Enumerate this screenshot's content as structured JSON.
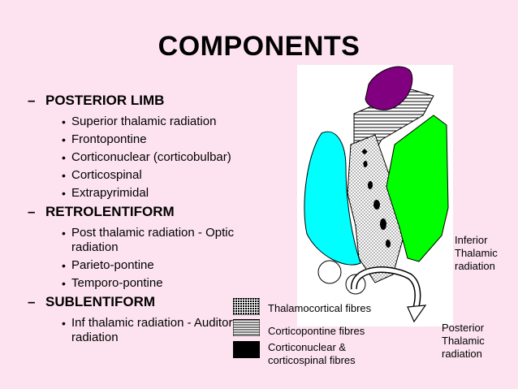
{
  "title": "COMPONENTS",
  "sections": [
    {
      "dash": "–",
      "heading": "POSTERIOR LIMB",
      "items": [
        "Superior thalamic radiation",
        "Frontopontine",
        "Corticonuclear (corticobulbar)",
        "Corticospinal",
        "Extrapyrimidal"
      ]
    },
    {
      "dash": "–",
      "heading": "RETROLENTIFORM",
      "items": [
        "Post thalamic radiation - Optic radiation",
        "Parieto-pontine",
        "Temporo-pontine"
      ]
    },
    {
      "dash": "–",
      "heading": "SUBLENTIFORM",
      "items": [
        "Inf thalamic radiation - Auditory radiation"
      ]
    }
  ],
  "labels": {
    "inferior": [
      "Inferior",
      "Thalamic",
      "radiation"
    ],
    "posterior": [
      "Posterior",
      "Thalamic",
      "radiation"
    ]
  },
  "legend": {
    "thalamocortical": "Thalamocortical fibres",
    "corticopontine": "Corticopontine fibres",
    "corticonuclear": [
      "Corticonuclear &",
      "corticospinal fibres"
    ]
  },
  "colors": {
    "background": "#fde3ef",
    "caudate": "#00ffff",
    "lentiform": "#00ff00",
    "thalamus": "#800080"
  }
}
